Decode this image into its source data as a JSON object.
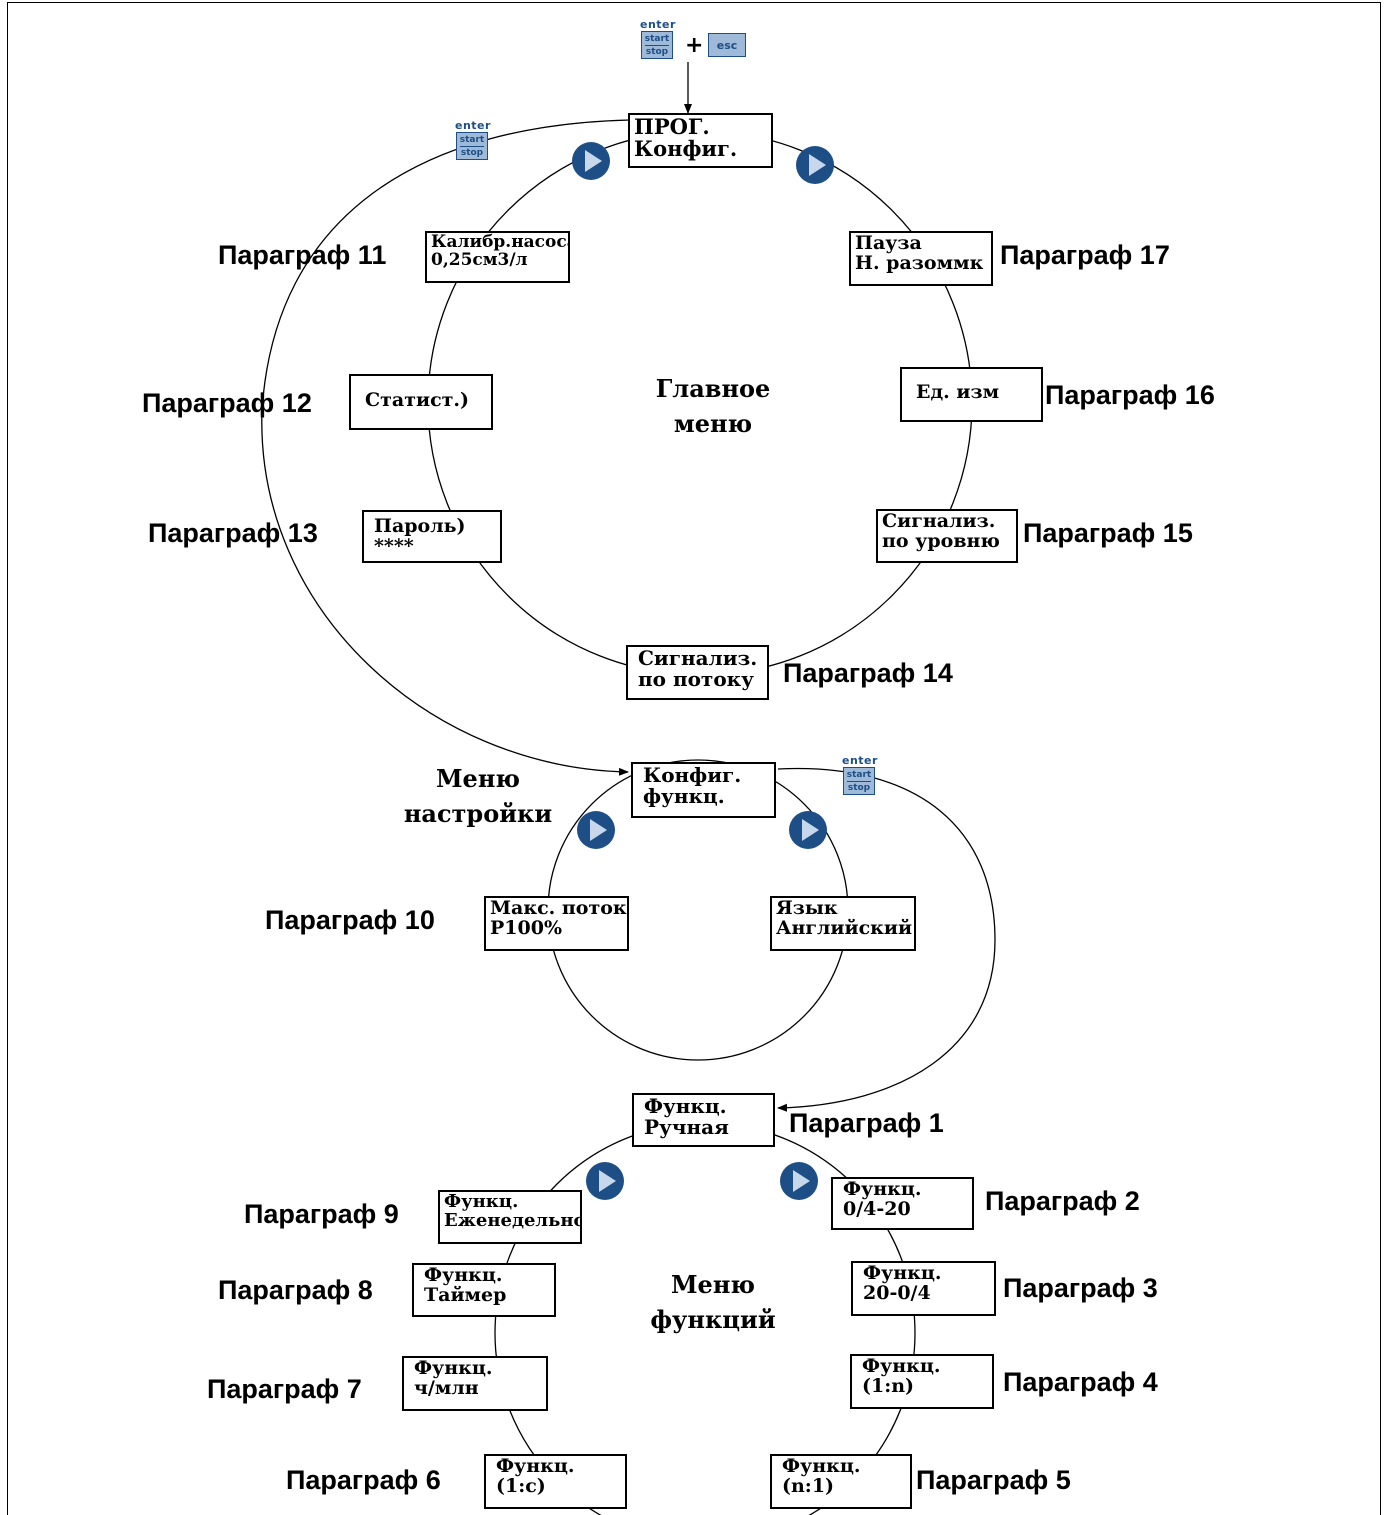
{
  "keys": {
    "enter_word": "enter",
    "start_word": "start",
    "stop_word": "stop",
    "esc_word": "esc",
    "plus": "+"
  },
  "main_menu": {
    "title_line1": "Главное",
    "title_line2": "меню",
    "prog_box": [
      "ПРОГ.",
      "Конфиг."
    ],
    "items": [
      {
        "label": "Параграф 11",
        "line1": "Калибр.насоса",
        "line2": "0,25см3/л"
      },
      {
        "label": "Параграф 12",
        "line1": "Статист.)",
        "line2": ""
      },
      {
        "label": "Параграф 13",
        "line1": "Пароль)",
        "line2": "****"
      },
      {
        "label": "Параграф 14",
        "line1": "Сигнализ.",
        "line2": "по потоку"
      },
      {
        "label": "Параграф 15",
        "line1": "Сигнализ.",
        "line2": "по уровню"
      },
      {
        "label": "Параграф 16",
        "line1": "Ед. изм",
        "line2": ""
      },
      {
        "label": "Параграф 17",
        "line1": "Пауза",
        "line2": "Н. разоммк"
      }
    ]
  },
  "setup_menu": {
    "title_line1": "Меню",
    "title_line2": "настройки",
    "top_box": [
      "Конфиг.",
      "функц."
    ],
    "items": [
      {
        "label": "Параграф 10",
        "line1": "Макс. поток",
        "line2": "P100%"
      },
      {
        "label": "",
        "line1": "Язык",
        "line2": "Английский"
      }
    ]
  },
  "function_menu": {
    "title_line1": "Меню",
    "title_line2": "функций",
    "items": [
      {
        "label": "Параграф 1",
        "line1": "Функц.",
        "line2": "Ручная"
      },
      {
        "label": "Параграф 2",
        "line1": "Функц.",
        "line2": "0/4-20"
      },
      {
        "label": "Параграф 3",
        "line1": "Функц.",
        "line2": "20-0/4"
      },
      {
        "label": "Параграф 4",
        "line1": "Функц.",
        "line2": "(1:n)"
      },
      {
        "label": "Параграф 5",
        "line1": "Функц.",
        "line2": "(n:1)"
      },
      {
        "label": "Параграф 6",
        "line1": "Функц.",
        "line2": "(1:c)"
      },
      {
        "label": "Параграф 7",
        "line1": "Функц.",
        "line2": "ч/млн"
      },
      {
        "label": "Параграф 8",
        "line1": "Функц.",
        "line2": "Таймер"
      },
      {
        "label": "Параграф 9",
        "line1": "Функц.",
        "line2": "Еженедельно"
      }
    ]
  },
  "colors": {
    "key_fill": "#9fb9d8",
    "key_text": "#1d4f86",
    "play_fill": "#1d4f86",
    "play_arrow": "#c8d8ec",
    "line": "#000000"
  }
}
